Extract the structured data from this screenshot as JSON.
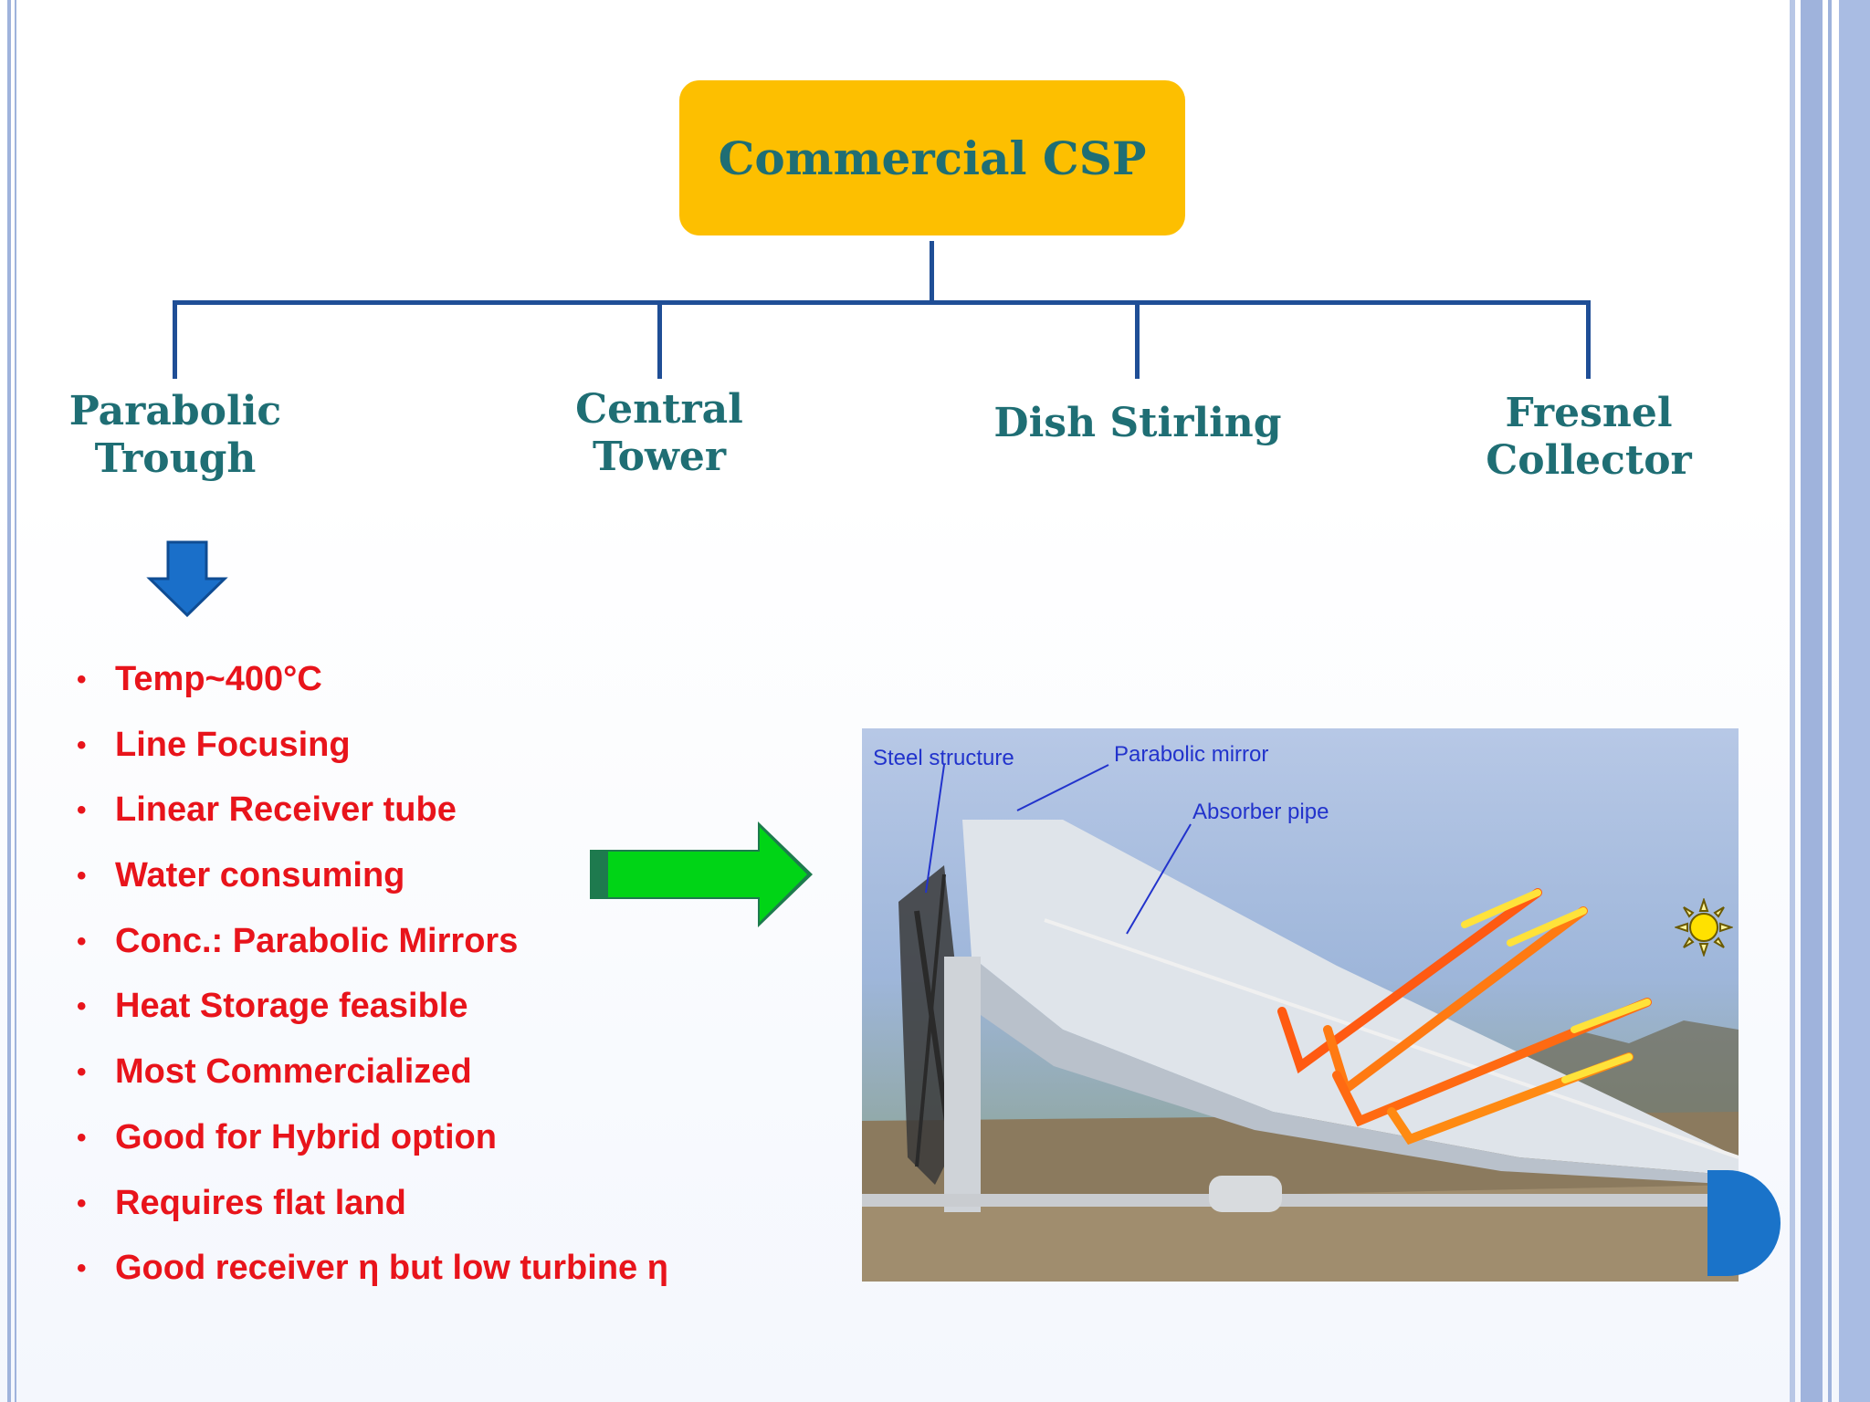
{
  "diagram": {
    "root": "Commercial CSP",
    "branches": [
      {
        "line1": "Parabolic",
        "line2": "Trough"
      },
      {
        "line1": "Central",
        "line2": "Tower"
      },
      {
        "line1": "Dish Stirling",
        "line2": ""
      },
      {
        "line1": "Fresnel",
        "line2": "Collector"
      }
    ]
  },
  "bullets": [
    "Temp~400°C",
    "Line Focusing",
    "Linear Receiver tube",
    "Water consuming",
    "Conc.: Parabolic Mirrors",
    "Heat Storage feasible",
    "Most Commercialized",
    "Good for Hybrid option",
    "Requires flat land",
    "Good receiver η but low turbine η"
  ],
  "photo": {
    "labels": {
      "steel": "Steel structure",
      "mirror": "Parabolic mirror",
      "absorber": "Absorber pipe"
    }
  },
  "colors": {
    "root_fill": "#fdbf00",
    "node_text": "#1f6e74",
    "connector": "#1f4e96",
    "bullet_text": "#e8141b",
    "arrow_green": "#00d416",
    "arrow_blue": "#1a6fc9"
  },
  "icons": {
    "down_arrow": "down-arrow-icon",
    "right_arrow": "right-arrow-icon",
    "sun": "sun-icon"
  }
}
